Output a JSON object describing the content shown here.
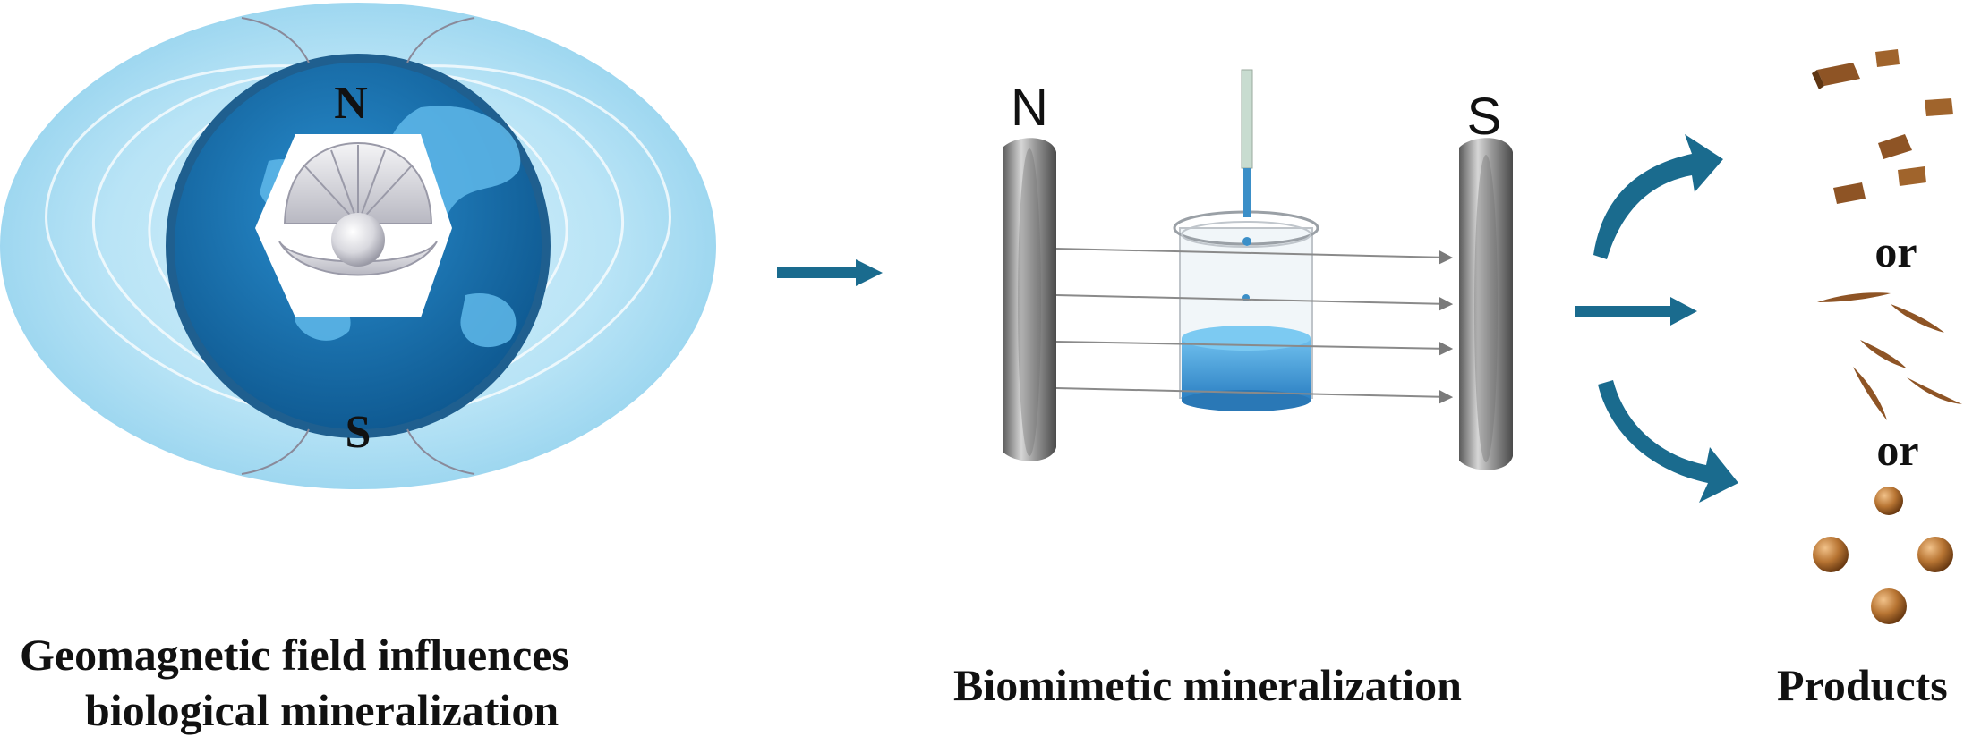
{
  "panels": {
    "geomagnetic": {
      "caption_line1": "Geomagnetic field influences",
      "caption_line2": "biological mineralization",
      "north_label": "N",
      "south_label": "S",
      "icons": [
        "earth-globe-icon",
        "field-lines-icon",
        "pearl-oyster-icon"
      ]
    },
    "mineralization": {
      "caption": "Biomimetic mineralization",
      "magnet_north_label": "N",
      "magnet_south_label": "S",
      "icons": [
        "magnet-plate-icon",
        "beaker-icon",
        "pipette-icon",
        "field-arrow-icon"
      ]
    },
    "products": {
      "caption": "Products",
      "separator_1": "or",
      "separator_2": "or",
      "icons": [
        "cube-crystal-icon",
        "spindle-crystal-icon",
        "sphere-particle-icon"
      ]
    }
  },
  "colors": {
    "arrow_blue": "#1a6b8e",
    "earth_ocean": "#1b6fa8",
    "field_halo": "#a9dcf2",
    "product_brown": "#a0642c",
    "liquid_blue": "#3b9ad8"
  }
}
